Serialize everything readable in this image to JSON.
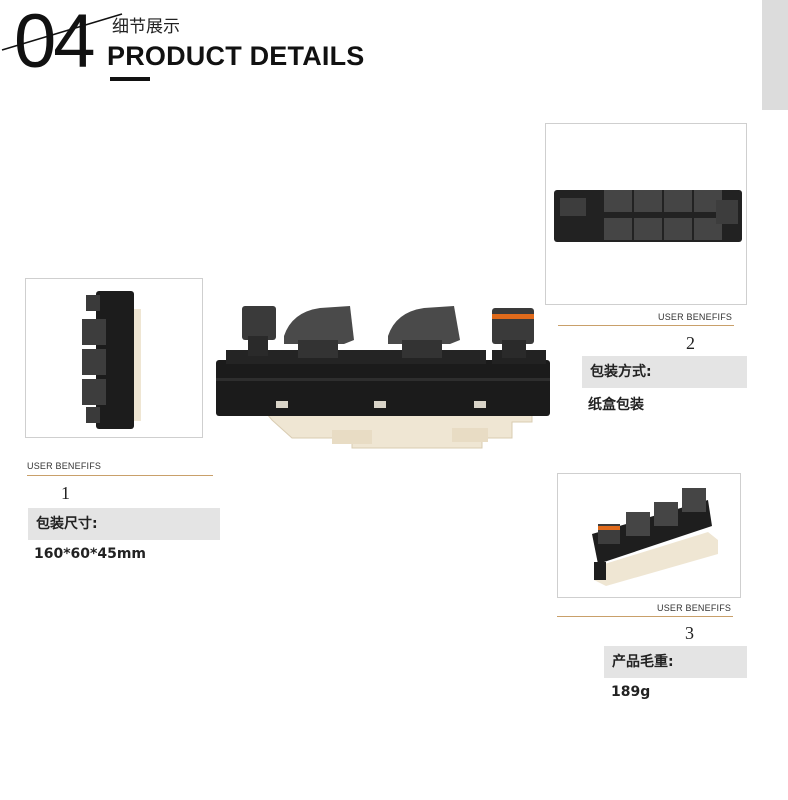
{
  "header": {
    "number": "04",
    "subtitle_cn": "细节展示",
    "title_en": "PRODUCT DETAILS"
  },
  "blocks": [
    {
      "label_en": "USER BENEFIFS",
      "number": "1",
      "field": "包装尺寸:",
      "value": "160*60*45mm"
    },
    {
      "label_en": "USER BENEFIFS",
      "number": "2",
      "field": "包装方式:",
      "value": "纸盒包装"
    },
    {
      "label_en": "USER BENEFIFS",
      "number": "3",
      "field": "产品毛重:",
      "value": "189g"
    }
  ]
}
